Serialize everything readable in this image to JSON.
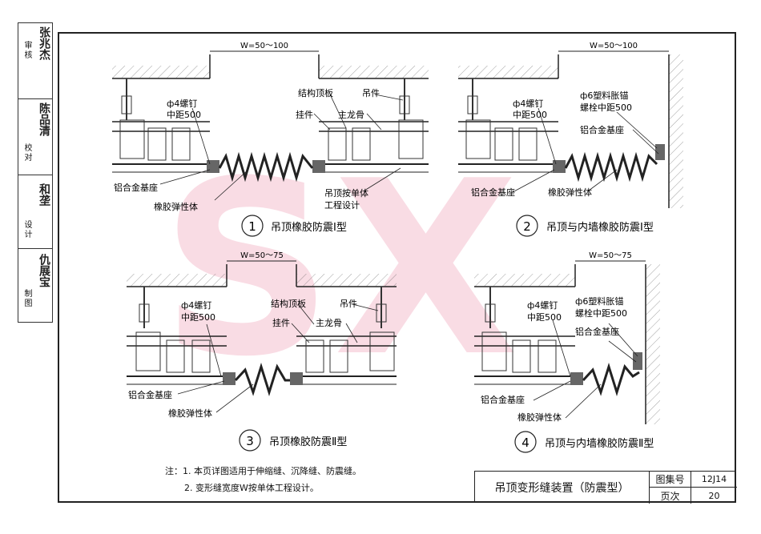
{
  "sidebar": [
    {
      "label": "审核",
      "sign": "张兆杰"
    },
    {
      "label": "校对",
      "sign": "陈品清"
    },
    {
      "label": "设计",
      "sign": "和垄"
    },
    {
      "label": "制图",
      "sign": "仇展宝"
    }
  ],
  "watermark": "SX",
  "d1": {
    "num": "1",
    "title": "吊顶橡胶防震Ⅰ型",
    "width": "W=50～100",
    "labels": {
      "slab": "结构顶板",
      "hanger": "吊件",
      "pendant": "挂件",
      "runner": "主龙骨",
      "nail": "ф4螺钉",
      "nail_spacing": "中距500",
      "base": "铝合金基座",
      "rubber": "橡胶弹性体",
      "ceiling": "吊顶按单体",
      "design": "工程设计"
    }
  },
  "d2": {
    "num": "2",
    "title": "吊顶与内墙橡胶防震Ⅰ型",
    "width": "W=50～100",
    "labels": {
      "nail": "ф4螺钉",
      "nail_spacing": "中距500",
      "anchor": "ф6塑料胀锚",
      "anchor_spacing": "螺栓中距500",
      "base1": "铝合金基座",
      "base2": "铝合金基座",
      "rubber": "橡胶弹性体"
    }
  },
  "d3": {
    "num": "3",
    "title": "吊顶橡胶防震Ⅱ型",
    "width": "W=50～75",
    "labels": {
      "slab": "结构顶板",
      "hanger": "吊件",
      "pendant": "挂件",
      "runner": "主龙骨",
      "nail": "ф4螺钉",
      "nail_spacing": "中距500",
      "base": "铝合金基座",
      "rubber": "橡胶弹性体"
    }
  },
  "d4": {
    "num": "4",
    "title": "吊顶与内墙橡胶防震Ⅱ型",
    "width": "W=50～75",
    "labels": {
      "nail": "ф4螺钉",
      "nail_spacing": "中距500",
      "anchor": "ф6塑料胀锚",
      "anchor_spacing": "螺栓中距500",
      "base1": "铝合金基座",
      "base2": "铝合金基座",
      "rubber": "橡胶弹性体"
    }
  },
  "notes": {
    "line1": "注：1. 本页详图适用于伸缩缝、沉降缝、防震缝。",
    "line2": "2. 变形缝宽度W按单体工程设计。"
  },
  "title_block": {
    "title": "吊顶变形缝装置（防震型）",
    "atlas_label": "图集号",
    "atlas_value": "12J14",
    "page_label": "页次",
    "page_value": "20"
  }
}
